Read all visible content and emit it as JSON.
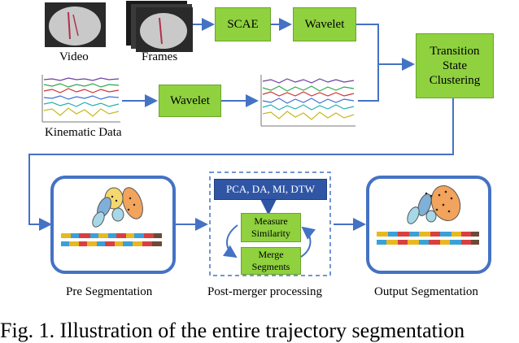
{
  "colors": {
    "green_box": "#8fd13f",
    "arrow_blue": "#4472c4",
    "panel_border": "#4472c4",
    "dark_blue_box": "#2f55a4"
  },
  "top_row": {
    "video_label": "Video",
    "frames_label": "Frames",
    "scae_label": "SCAE",
    "wavelet_top_label": "Wavelet"
  },
  "kinematic_row": {
    "kinematic_label": "Kinematic Data",
    "wavelet_mid_label": "Wavelet"
  },
  "clustering": {
    "line1": "Transition",
    "line2": "State",
    "line3": "Clustering"
  },
  "pre": {
    "label": "Pre Segmentation"
  },
  "post": {
    "methods_label": "PCA, DA, MI, DTW",
    "measure_line1": "Measure",
    "measure_line2": "Similarity",
    "merge_line1": "Merge",
    "merge_line2": "Segments",
    "label": "Post-merger processing"
  },
  "output": {
    "label": "Output Segmentation"
  },
  "caption": "Fig. 1. Illustration of the entire trajectory segmentation"
}
